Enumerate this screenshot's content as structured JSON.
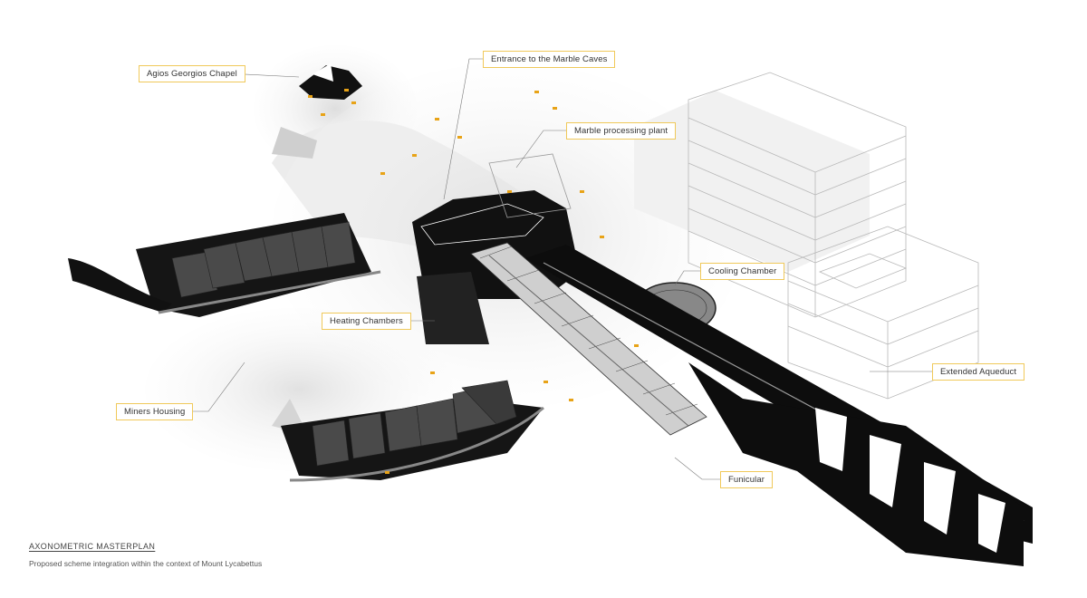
{
  "labels": {
    "agios_georgios_chapel": "Agios Georgios Chapel",
    "entrance_marble_caves": "Entrance to the Marble Caves",
    "marble_processing_plant": "Marble processing plant",
    "cooling_chamber": "Cooling Chamber",
    "heating_chambers": "Heating Chambers",
    "miners_housing": "Miners Housing",
    "extended_aqueduct": "Extended Aqueduct",
    "funicular": "Funicular"
  },
  "caption": {
    "title": "AXONOMETRIC MASTERPLAN",
    "subtitle": "Proposed scheme integration within the context of Mount Lycabettus"
  },
  "colors": {
    "label_border": "#f0c95a",
    "accent_markers": "#e8a317",
    "structure": "#0d0d0d",
    "terrain": "#e6e6e6",
    "context_buildings": "#b8b8b8"
  }
}
